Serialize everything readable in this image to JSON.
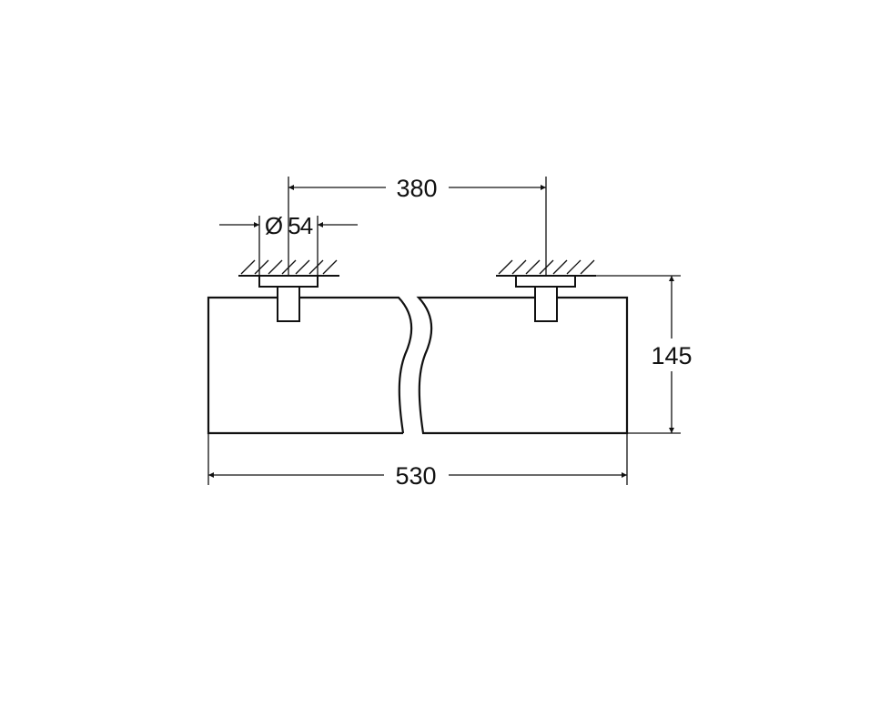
{
  "drawing": {
    "title": "Shelf dimension drawing",
    "dimensions": {
      "mount_spacing": "380",
      "mount_diameter": "Ø 54",
      "height": "145",
      "width": "530"
    },
    "line_color": "#111111"
  }
}
